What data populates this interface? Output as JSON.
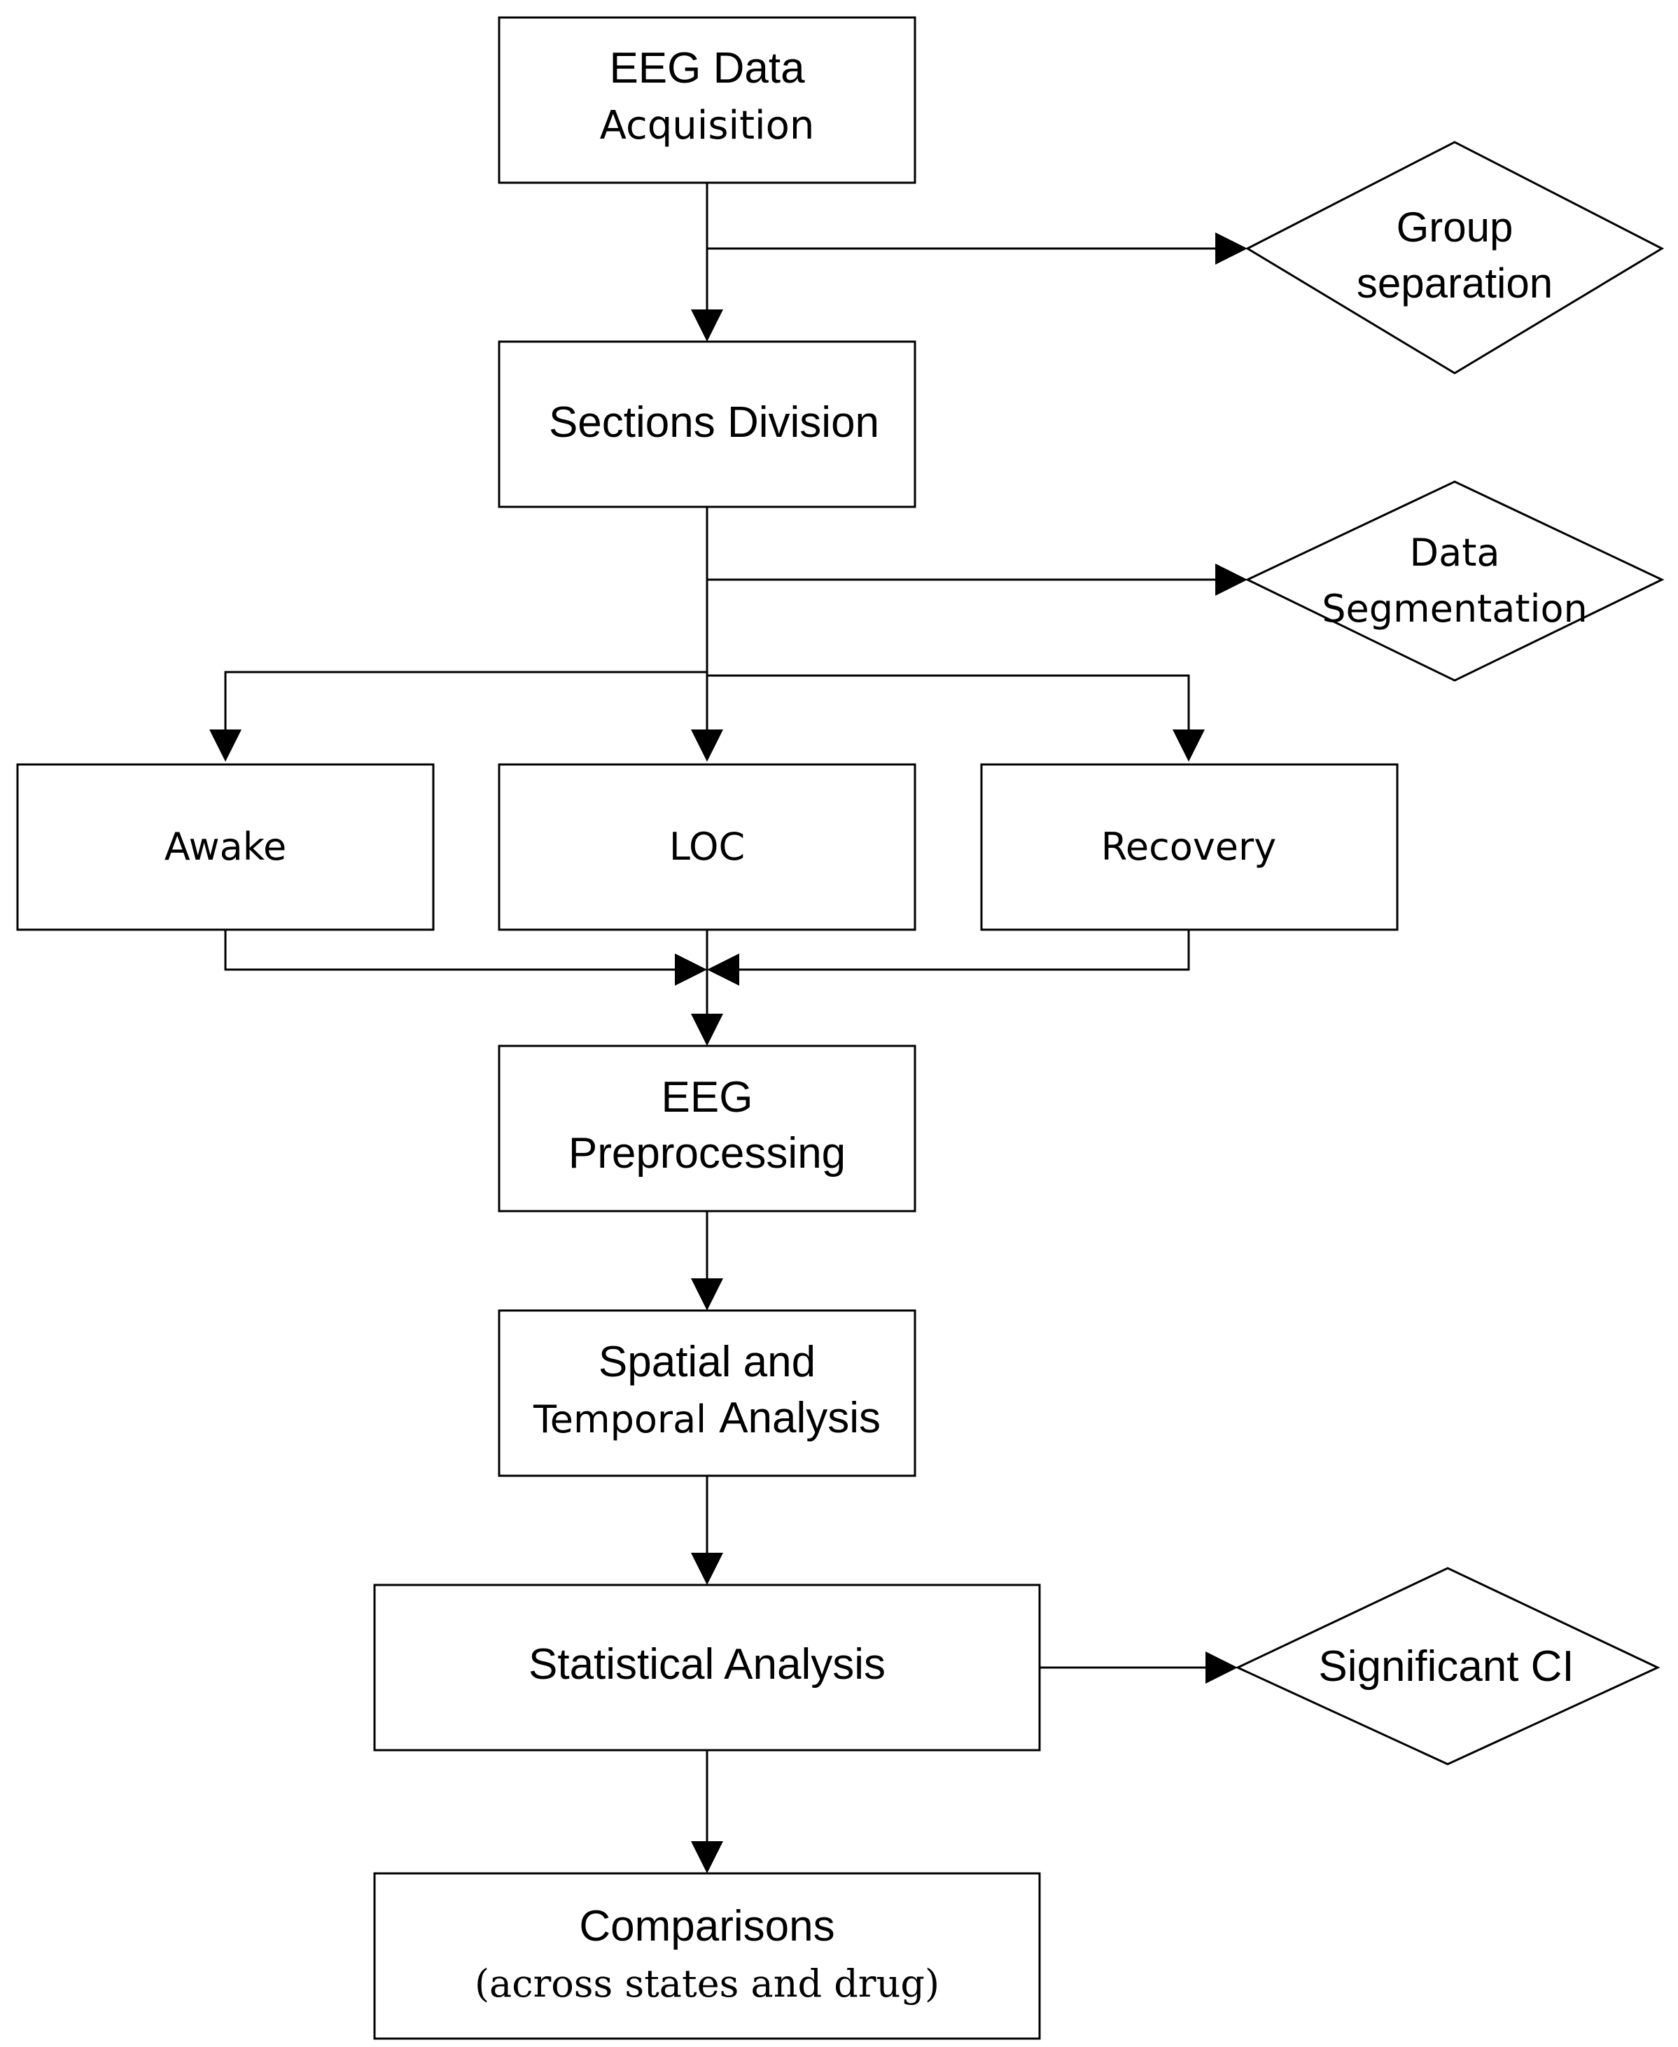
{
  "nodes": {
    "eeg_acquisition": {
      "line1": "EEG Data",
      "line2": "Acquisition"
    },
    "group_separation": {
      "line1": "Group",
      "line2": "separation"
    },
    "sections_division": {
      "label": "Sections Division"
    },
    "data_segmentation": {
      "line1": "Data",
      "line2": "Segmentation"
    },
    "awake": {
      "label": "Awake"
    },
    "loc": {
      "label": "LOC"
    },
    "recovery": {
      "label": "Recovery"
    },
    "eeg_preprocessing": {
      "line1": "EEG",
      "line2": "Preprocessing"
    },
    "spatial_temporal": {
      "line1": "Spatial and",
      "line2a": "Temporal",
      "line2b": "Analysis"
    },
    "statistical_analysis": {
      "label": "Statistical Analysis"
    },
    "significant_ci": {
      "label": "Significant CI"
    },
    "comparisons": {
      "line1": "Comparisons",
      "line2": "(across states and drug)"
    }
  },
  "colors": {
    "stroke": "#000000",
    "fill": "#ffffff"
  }
}
